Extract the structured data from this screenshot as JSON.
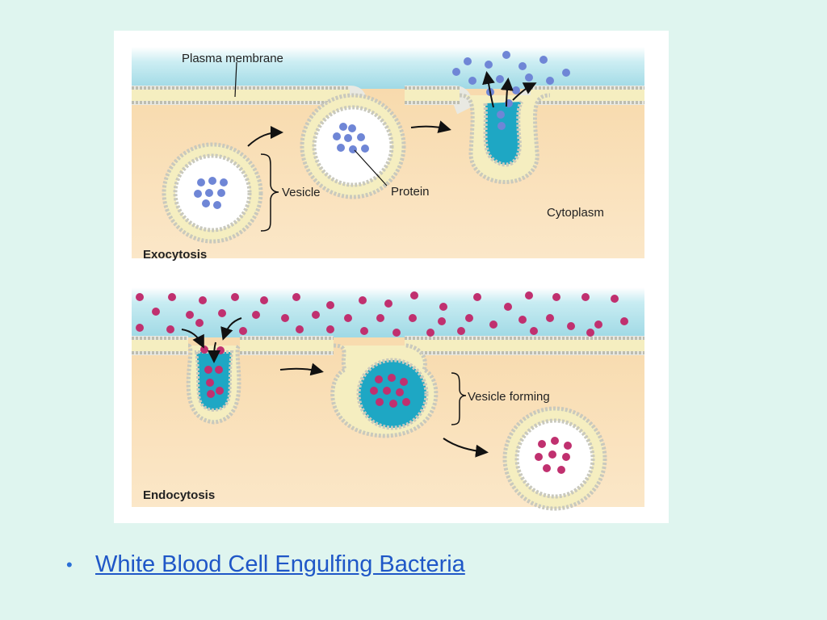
{
  "diagram": {
    "labels": {
      "plasma_membrane": "Plasma membrane",
      "vesicle": "Vesicle",
      "protein": "Protein",
      "cytoplasm": "Cytoplasm",
      "exocytosis": "Exocytosis",
      "vesicle_forming": "Vesicle forming",
      "endocytosis": "Endocytosis"
    },
    "colors": {
      "extracellular": "#a9dde8",
      "cytoplasm": "#f8dcb0",
      "membrane": "#f5eec0",
      "lipid_head": "#e9e9e2",
      "vesicle_fluid": "#1ea7c4",
      "protein_exo": "#6f86d6",
      "particle_endo": "#c0306f"
    }
  },
  "bullet": {
    "marker": "•",
    "link_text": "White Blood Cell Engulfing Bacteria"
  }
}
